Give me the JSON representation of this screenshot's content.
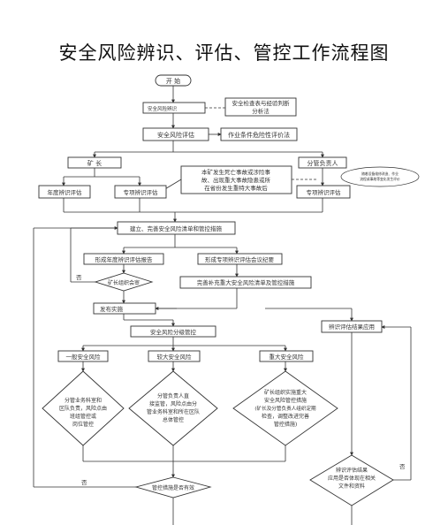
{
  "title": "安全风险辨识、评估、管控工作流程图",
  "nodes": {
    "start": "开  始",
    "risk_identify": "安全风险辨识",
    "methods_line1": "安全检查表与经验判断",
    "methods_line2": "分析法",
    "risk_assess": "安全风险评估",
    "hazard_assess": "作业条件危险性评价法",
    "mine_head": "矿  长",
    "division_head": "分管负责人",
    "major_note_line1": "本矿发生死亡事故或涉险事",
    "major_note_line2": "故、出现重大事故隐患或所",
    "major_note_line3": "在省份发生重特大事故后",
    "small_note_line1": "随着设备维修改造、作业",
    "small_note_line2": "流程或事故等变化发生评价",
    "annual_assess": "年度辨识评估",
    "special_assess_1": "专项辨识评估",
    "special_assess_2": "专项辨识评估",
    "establish_list": "建立、完善安全风险清单和管控措施",
    "annual_report": "形成年度辨识评估报告",
    "special_minutes": "形成专项辨识评估会议纪要",
    "no_1": "否",
    "mine_review": "矿长组织会审",
    "supplement_measures": "完善补充重大安全风险清单及管控措施",
    "publish": "发布实施",
    "result_apply": "辨识评估结果应用",
    "grading": "安全风险分级管控",
    "level_general": "一般安全风险",
    "level_large": "较大安全风险",
    "level_major": "重大安全风险",
    "general_line1": "分管业务科室和",
    "general_line2": "区队负责，风险点由",
    "general_line3": "班组管控或",
    "general_line4": "岗位管控",
    "large_line1": "分管负责人直",
    "large_line2": "接监管，风险点由分",
    "large_line3": "管业务科室和所在区队",
    "large_line4": "总体管控",
    "major_line1": "矿长组织实施重大",
    "major_line2": "安全风险管控措施",
    "major_line3": "(矿长及分管负责人组织定期",
    "major_line4": "检查，调整改进完善",
    "major_line5": "管控措施)",
    "apply_line1": "辨识评估结果",
    "apply_line2": "应用是否体现在相关",
    "apply_line3": "文件和资料",
    "no_2": "否",
    "no_3": "否",
    "control_effective": "管控措施是否有效"
  }
}
